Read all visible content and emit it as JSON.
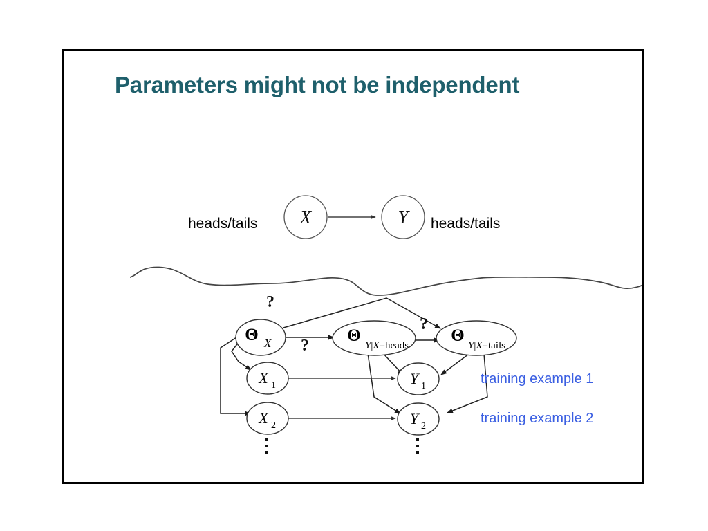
{
  "slide": {
    "title": "Parameters might not be independent",
    "title_color": "#1e5f6b",
    "frame_border_color": "#000000",
    "background": "#ffffff"
  },
  "figure": {
    "top_model": {
      "left_label": "heads/tails",
      "right_label": "heads/tails",
      "nodes": [
        {
          "id": "X",
          "label": "X",
          "shape": "circle"
        },
        {
          "id": "Y",
          "label": "Y",
          "shape": "circle"
        }
      ],
      "edges": [
        {
          "from": "X",
          "to": "Y",
          "label": ""
        }
      ]
    },
    "separator": "hand-drawn wavy horizontal line",
    "bottom_model": {
      "parameter_nodes": [
        {
          "id": "theta_X",
          "symbol": "Θ",
          "subscript": "X",
          "shape": "ellipse"
        },
        {
          "id": "theta_Y_heads",
          "symbol": "Θ",
          "subscript": "Y|X=heads",
          "shape": "ellipse"
        },
        {
          "id": "theta_Y_tails",
          "symbol": "Θ",
          "subscript": "Y|X=tails",
          "shape": "ellipse"
        }
      ],
      "variable_nodes": [
        {
          "id": "X1",
          "symbol": "X",
          "subscript": "1",
          "shape": "ellipse"
        },
        {
          "id": "X2",
          "symbol": "X",
          "subscript": "2",
          "shape": "ellipse"
        },
        {
          "id": "Y1",
          "symbol": "Y",
          "subscript": "1",
          "shape": "ellipse"
        },
        {
          "id": "Y2",
          "symbol": "Y",
          "subscript": "2",
          "shape": "ellipse"
        }
      ],
      "question_marks": [
        {
          "id": "q_arc",
          "label": "?"
        },
        {
          "id": "q_theta_x_to_heads",
          "label": "?"
        },
        {
          "id": "q_heads_to_tails",
          "label": "?"
        }
      ],
      "ellipsis": "⋮",
      "edges": [
        {
          "from": "theta_X",
          "to": "theta_Y_heads",
          "label": "?"
        },
        {
          "from": "theta_X",
          "to": "theta_Y_tails",
          "label": "?"
        },
        {
          "from": "theta_Y_heads",
          "to": "theta_Y_tails",
          "label": "?"
        },
        {
          "from": "theta_X",
          "to": "X1",
          "label": ""
        },
        {
          "from": "theta_X",
          "to": "X2",
          "label": ""
        },
        {
          "from": "theta_Y_heads",
          "to": "Y1",
          "label": ""
        },
        {
          "from": "theta_Y_heads",
          "to": "Y2",
          "label": ""
        },
        {
          "from": "theta_Y_tails",
          "to": "Y1",
          "label": ""
        },
        {
          "from": "theta_Y_tails",
          "to": "Y2",
          "label": ""
        },
        {
          "from": "X1",
          "to": "Y1",
          "label": ""
        },
        {
          "from": "X2",
          "to": "Y2",
          "label": ""
        }
      ],
      "annotations": [
        {
          "id": "training-example-1",
          "text": "training example 1",
          "color": "#3b5fe2"
        },
        {
          "id": "training-example-2",
          "text": "training example 2",
          "color": "#3b5fe2"
        }
      ]
    }
  }
}
